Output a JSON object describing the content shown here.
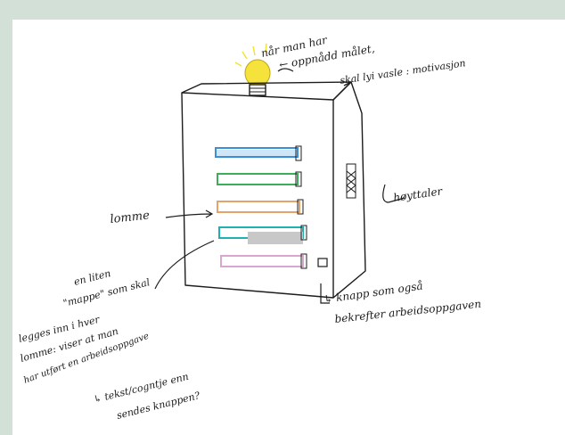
{
  "colors": {
    "background": "#d3e0d7",
    "paper": "#ffffff",
    "ink": "#1c1c1c",
    "bulb": "#f5e23a",
    "pockets": [
      "#3b8fd6",
      "#3cae5a",
      "#e3a36a",
      "#1fb0b0",
      "#d9a6cf"
    ],
    "blur": "#c8c8c8"
  },
  "icons": [
    "light-bulb-icon",
    "speaker-icon",
    "button-icon"
  ],
  "annotations": {
    "bulb_line1": "når man har",
    "bulb_line2": "← oppnådd målet,",
    "bulb_line3": "skal lyi vasle : motivasjon",
    "pocket_label": "lomme",
    "speaker_label": "høyttaler",
    "button_line1": "↳ knapp som også",
    "button_line2": "bekrefter arbeidsoppgaven",
    "folder_line1": "en liten",
    "folder_line2": "\"mappe\" som skal",
    "folder_line3": "legges inn i hver",
    "folder_line4": "lomme: viser at man",
    "folder_line5": "har utført en arbeidsoppgave",
    "question_line1": "↳ tekst/cogntje enn",
    "question_line2": "sendes knappen?"
  }
}
